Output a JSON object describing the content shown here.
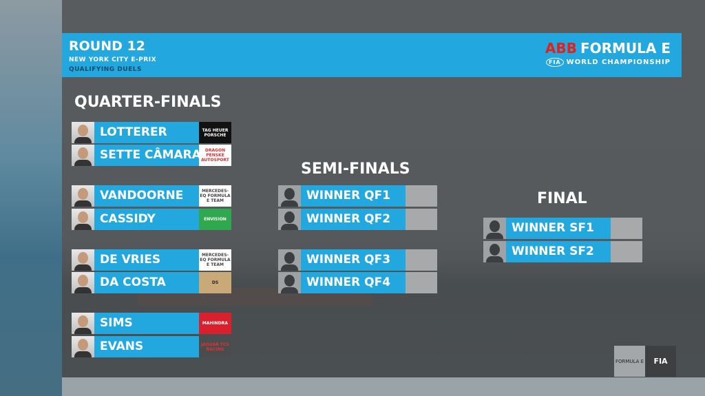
{
  "header": {
    "round": "ROUND 12",
    "event": "NEW YORK CITY E-PRIX",
    "session": "QUALIFYING DUELS",
    "brand": {
      "sponsor": "ABB",
      "series": "FORMULA E",
      "fia": "FIA",
      "championship": "WORLD CHAMPIONSHIP"
    }
  },
  "quarter_finals": {
    "title": "QUARTER-FINALS",
    "drivers": [
      {
        "name": "LOTTERER",
        "team": "TAG Heuer Porsche"
      },
      {
        "name": "SETTE CÂMARA",
        "team": "Dragon Penske Autosport"
      },
      {
        "name": "VANDOORNE",
        "team": "Mercedes-EQ Formula E Team"
      },
      {
        "name": "CASSIDY",
        "team": "Envision"
      },
      {
        "name": "DE VRIES",
        "team": "Mercedes-EQ Formula E Team"
      },
      {
        "name": "DA COSTA",
        "team": "DS"
      },
      {
        "name": "SIMS",
        "team": "Mahindra"
      },
      {
        "name": "EVANS",
        "team": "Jaguar TCS Racing"
      }
    ]
  },
  "semi_finals": {
    "title": "SEMI-FINALS",
    "slots": [
      "WINNER QF1",
      "WINNER QF2",
      "WINNER QF3",
      "WINNER QF4"
    ]
  },
  "final": {
    "title": "FINAL",
    "slots": [
      "WINNER SF1",
      "WINNER SF2"
    ]
  },
  "footer": {
    "formula_e": "FORMULA E",
    "fia": "FIA"
  },
  "colors": {
    "accent": "#22a8df",
    "abb_red": "#e3201b"
  }
}
